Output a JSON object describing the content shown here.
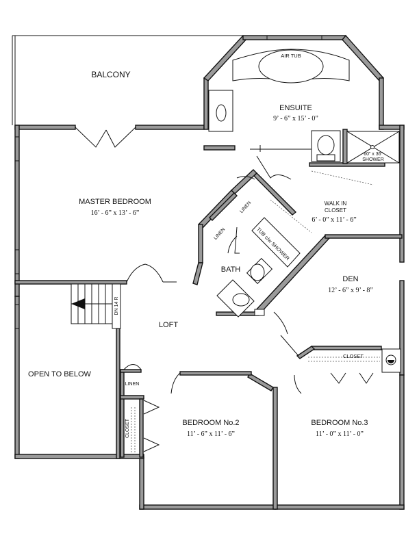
{
  "rooms": {
    "balcony": {
      "name": "BALCONY"
    },
    "ensuite": {
      "name": "ENSUITE",
      "dim": "9’ - 6” x 15’ - 0”"
    },
    "air_tub": {
      "name": "AIR TUB"
    },
    "shower": {
      "line1": "60” x 36”",
      "line2": "SHOWER"
    },
    "master": {
      "name": "MASTER BEDROOM",
      "dim": "16’ - 6” x 13’ - 6”"
    },
    "walkin": {
      "line1": "WALK IN",
      "line2": "CLOSET",
      "dim": "6’ - 0” x 11’ - 6”"
    },
    "linen_a": {
      "name": "LINEN"
    },
    "linen_b": {
      "name": "LINEN"
    },
    "tub": {
      "name": "TUB c/w SHOWER"
    },
    "bath": {
      "name": "BATH"
    },
    "den": {
      "name": "DEN",
      "dim": "12’ - 6” x 9’ - 8”"
    },
    "stair": {
      "name": "DN 14 R"
    },
    "loft": {
      "name": "LOFT"
    },
    "open_below": {
      "name": "OPEN TO BELOW"
    },
    "linen_c": {
      "name": "LINEN"
    },
    "closet_bed2": {
      "name": "CLOSET"
    },
    "closet_bed3": {
      "name": "CLOSET"
    },
    "bed2": {
      "name": "BEDROOM No.2",
      "dim": "11’ - 6” x 11’ - 6”"
    },
    "bed3": {
      "name": "BEDROOM No.3",
      "dim": "11’ - 0” x 11’ - 0”"
    }
  }
}
